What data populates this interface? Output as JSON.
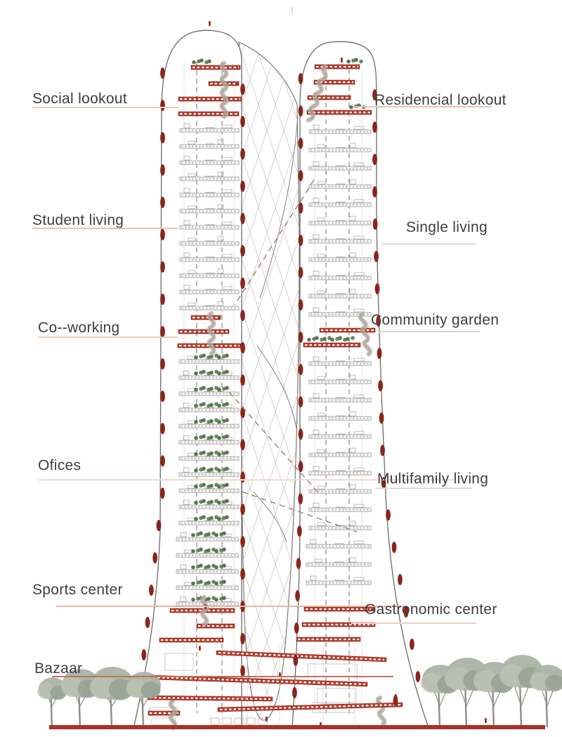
{
  "page": {
    "background": "#ffffff",
    "description": "Architectural section diagram of a twin tower with program zone labels"
  },
  "colors": {
    "red": "#b23b2c",
    "dark_red": "#8c241c",
    "ground_red": "#a93226",
    "outline": "#6a6a6a",
    "slab_gray": "#8f8f8f",
    "diagrid": "#ccc7c2",
    "dash_line": "#707070",
    "circulation_dash": "#9c7b72",
    "plant_dark": "#4c6b44",
    "plant_light": "#5e7c52",
    "foliage": "#aab3a4",
    "foliage_light": "#b9c1b1",
    "foliage_dark": "#98a392",
    "trunk": "#8f8d84",
    "stair": "#b5aca3",
    "text": "#3e3e3e"
  },
  "labels": {
    "left": [
      {
        "text": "Social lookout",
        "line_color": "#ecccba"
      },
      {
        "text": "Student living",
        "line_color": "#ecc4aa"
      },
      {
        "text": "Co--working",
        "line_color": "#eaccbb"
      },
      {
        "text": "Ofices",
        "line_color": "#f0d9ce"
      },
      {
        "text": "Sports center",
        "line_color": "#e9b4a6"
      },
      {
        "text": "Bazaar",
        "line_color": "#c4705b"
      }
    ],
    "right": [
      {
        "text": "Residencial lookout",
        "line_color": "#e8c4b7"
      },
      {
        "text": "Single living",
        "line_color": "#dcdcdc"
      },
      {
        "text": "Community garden",
        "line_color": "#ded3ce"
      },
      {
        "text": "Multifamily living",
        "line_color": "#dadada"
      },
      {
        "text": "Gastronomic center",
        "line_color": "#edd0c4"
      }
    ]
  }
}
